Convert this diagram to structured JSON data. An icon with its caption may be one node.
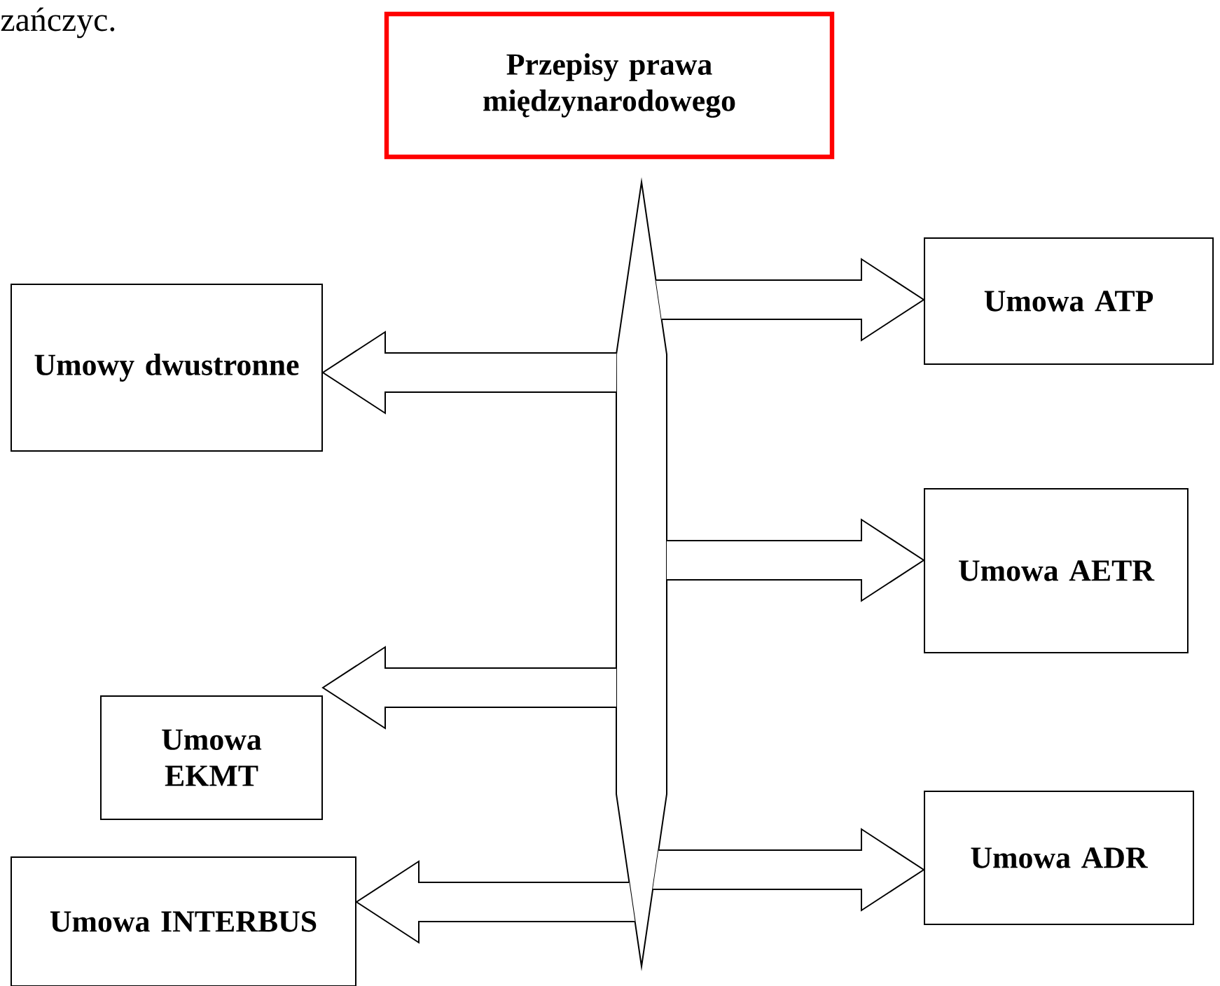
{
  "diagram": {
    "nodes": [
      {
        "text": [
          "Przepisy prawa międzynarodowego"
        ]
      },
      {
        "text": [],
        "shape": "bar"
      },
      {
        "text": [
          "Umowy dwustronne"
        ]
      },
      {
        "text": [
          "Umowa ATP"
        ]
      },
      {
        "text": [
          "Umowa AETR"
        ]
      },
      {
        "text": [
          "Umowa EKMT"
        ]
      },
      {
        "text": [
          "Umowa ADR"
        ]
      },
      {
        "text": [
          "Umowa INTERBUS"
        ]
      }
    ],
    "edges": [
      {
        "from": 1,
        "to": 2,
        "arrow": "to"
      },
      {
        "from": 1,
        "to": 3,
        "arrow": "to"
      },
      {
        "from": 1,
        "to": 4,
        "arrow": "to"
      },
      {
        "from": 1,
        "to": 5,
        "arrow": "to"
      },
      {
        "from": 1,
        "to": 6,
        "arrow": "to"
      },
      {
        "from": 1,
        "to": 7,
        "arrow": "to"
      }
    ],
    "labels": [
      "zańczyc."
    ]
  }
}
